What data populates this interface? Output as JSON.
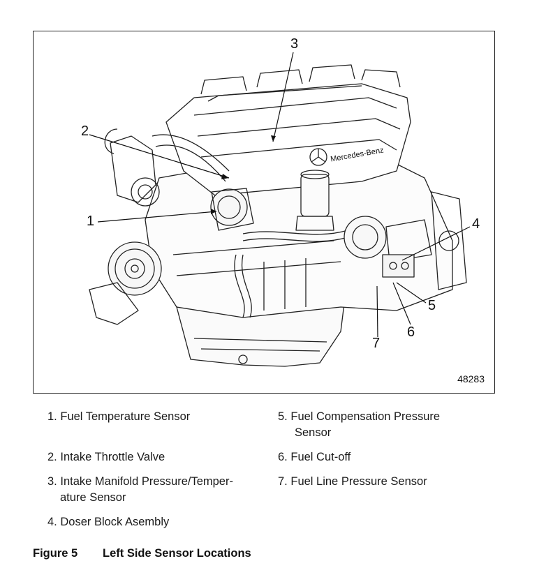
{
  "diagram": {
    "figure_id": "48283",
    "brand_text": "Mercedes-Benz",
    "callouts": [
      "1",
      "2",
      "3",
      "4",
      "5",
      "6",
      "7"
    ]
  },
  "legend_left": [
    {
      "num": "1.",
      "text": "Fuel Temperature Sensor",
      "cont": ""
    },
    {
      "num": "2.",
      "text": "Intake Throttle Valve",
      "cont": ""
    },
    {
      "num": "3.",
      "text": "Intake Manifold Pressure/Temper-",
      "cont": "ature Sensor"
    },
    {
      "num": "4.",
      "text": "Doser Block Asembly",
      "cont": ""
    }
  ],
  "legend_right": [
    {
      "num": "5.",
      "text": "Fuel Compensation Pressure",
      "cont": "Sensor"
    },
    {
      "num": "6.",
      "text": "Fuel Cut-off",
      "cont": ""
    },
    {
      "num": "7.",
      "text": "Fuel Line Pressure Sensor",
      "cont": ""
    }
  ],
  "caption": {
    "label": "Figure 5",
    "title": "Left Side Sensor Locations"
  }
}
